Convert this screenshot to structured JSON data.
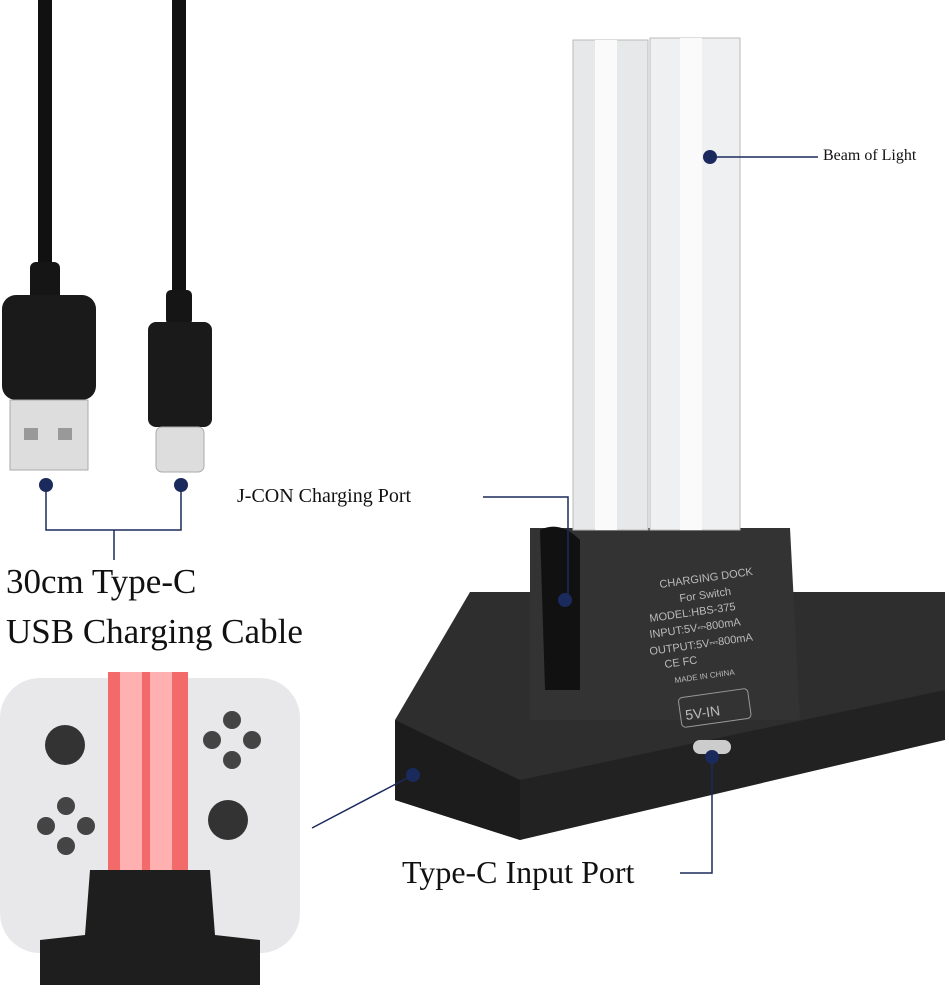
{
  "labels": {
    "beam": "Beam of Light",
    "jcon": "J-CON Charging Port",
    "cable_line1": "30cm Type-C",
    "cable_line2": "USB Charging Cable",
    "input_port": "Type-C Input Port"
  },
  "dock_print": {
    "title": "CHARGING DOCK",
    "subtitle": "For Switch",
    "model": "MODEL:HBS-375",
    "input": "INPUT:5V⎓800mA",
    "output": "OUTPUT:5V⎓800mA",
    "marks": "CE FC",
    "origin": "MADE IN CHINA",
    "port": "5V-IN"
  },
  "colors": {
    "callout": "#1b2a5c",
    "dock": "#2a2a2a",
    "led": "#e04848"
  }
}
